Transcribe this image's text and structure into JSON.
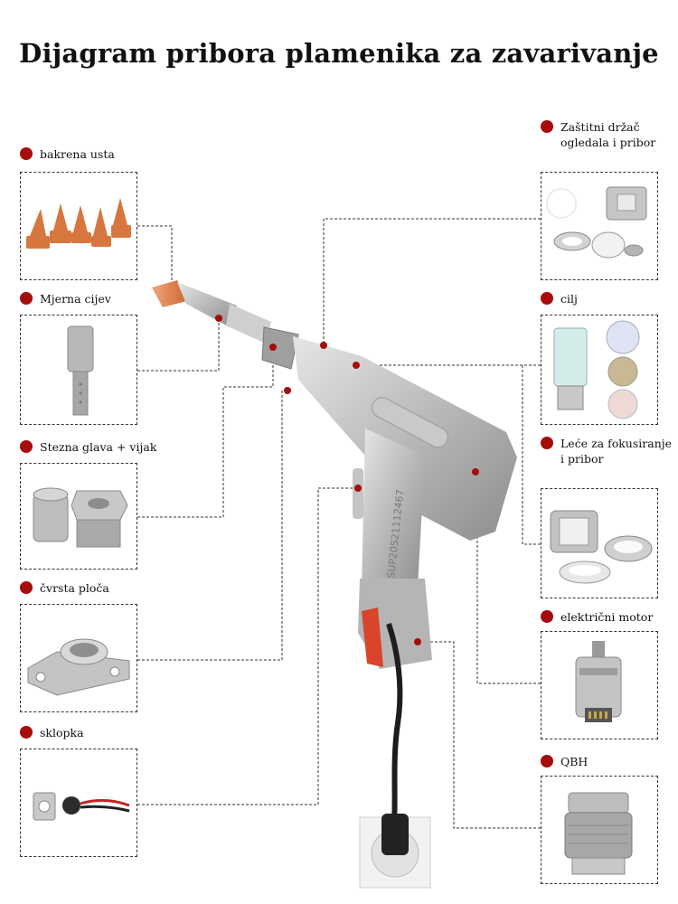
{
  "title": "Dijagram pribora plamenika za zavarivanje",
  "accent_color": "#a50d0d",
  "gun_serial": "SUP20S21112467",
  "parts_left": [
    {
      "id": "bakrena-usta",
      "label": "bakrena usta",
      "icon": "copper-nozzles"
    },
    {
      "id": "mjerna-cijev",
      "label": "Mjerna cijev",
      "icon": "measuring-tube"
    },
    {
      "id": "stezna-glava",
      "label": "Stezna glava + vijak",
      "icon": "collet-screw"
    },
    {
      "id": "cvrsta-ploca",
      "label": "čvrsta ploča",
      "icon": "solid-plate"
    },
    {
      "id": "sklopka",
      "label": "sklopka",
      "icon": "switch"
    }
  ],
  "parts_right": [
    {
      "id": "zastitni-drzac",
      "label": "Zaštitni držač ogledala i pribor",
      "icon": "mirror-holder"
    },
    {
      "id": "cilj",
      "label": "cilj",
      "icon": "target-lens"
    },
    {
      "id": "leca",
      "label": "Leće za fokusiranje i pribor",
      "icon": "focus-lens"
    },
    {
      "id": "elektricni-motor",
      "label": "električni motor",
      "icon": "electric-motor"
    },
    {
      "id": "qbh",
      "label": "QBH",
      "icon": "qbh-connector"
    }
  ]
}
